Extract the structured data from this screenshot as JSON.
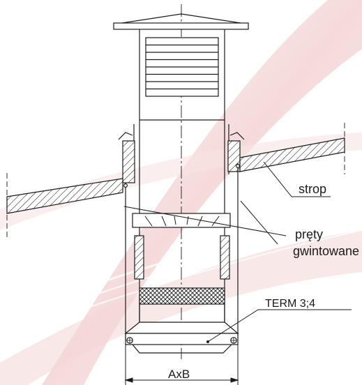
{
  "labels": {
    "strop": "strop",
    "prety_line1": "pręty",
    "prety_line2": "gwintowane",
    "term": "TERM 3;4",
    "dimension": "AxB"
  },
  "colors": {
    "line": "#1a1a1a",
    "background": "#ffffff",
    "swoosh": "#e9b8b8"
  }
}
